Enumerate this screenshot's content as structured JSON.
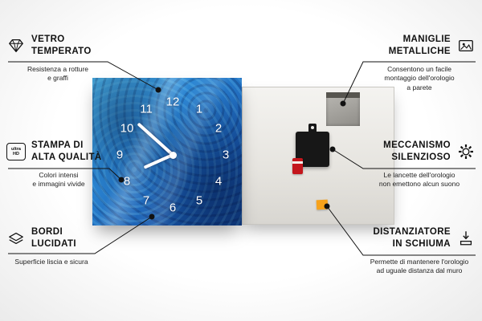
{
  "callouts": {
    "vetro": {
      "title": "VETRO\nTEMPERATO",
      "desc": "Resistenza a rotture\ne graffi"
    },
    "stampa": {
      "title": "STAMPA DI\nALTA QUALITÀ",
      "desc": "Colori intensi\ne immagini vivide"
    },
    "bordi": {
      "title": "BORDI\nLUCIDATI",
      "desc": "Superficie liscia e sicura"
    },
    "maniglie": {
      "title": "MANIGLIE\nMETALLICHE",
      "desc": "Consentono un facile\nmontaggio dell'orologio\na parete"
    },
    "meccanismo": {
      "title": "MECCANISMO\nSILENZIOSO",
      "desc": "Le lancette dell'orologio\nnon emettono alcun suono"
    },
    "distanziatore": {
      "title": "DISTANZIATORE\nIN SCHIUMA",
      "desc": "Permette di mantenere l'orologio\nad uguale distanza dal muro"
    }
  },
  "icons": {
    "ultra_hd_label": "ultra\nHD"
  },
  "clock": {
    "numbers": [
      "12",
      "1",
      "2",
      "3",
      "4",
      "5",
      "6",
      "7",
      "8",
      "9",
      "10",
      "11"
    ]
  },
  "colors": {
    "clock_blue": "#2b86d3",
    "spacer_orange": "#f7a21b",
    "line_black": "#111111"
  }
}
